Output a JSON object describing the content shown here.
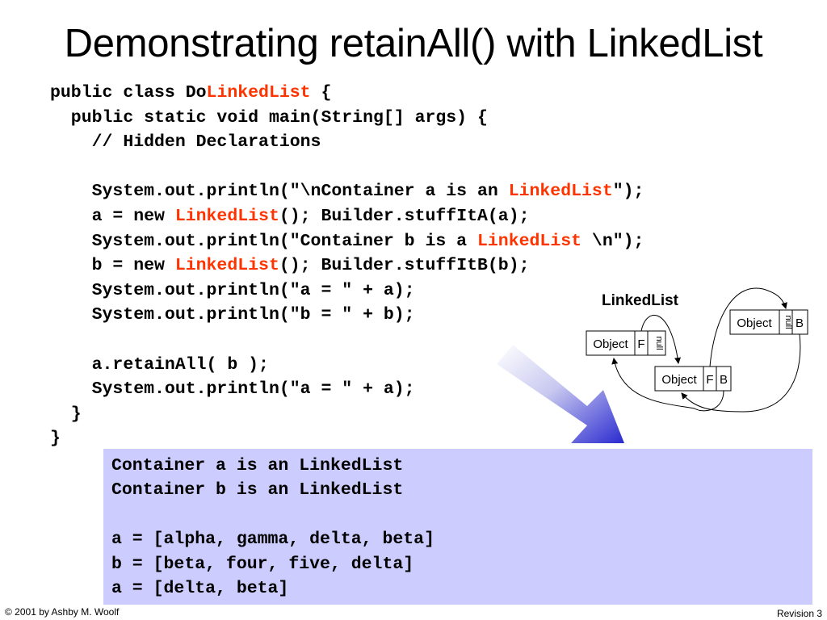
{
  "slide": {
    "title": "Demonstrating retainAll() with LinkedList"
  },
  "code": {
    "line1": {
      "pre": "public class Do",
      "hl": "LinkedList",
      "post": " {"
    },
    "line2": "  public static void main(String[] args) {",
    "line3": "    // Hidden Declarations",
    "line4": "",
    "line5": {
      "pre": "    System.out.println(\"\\nContainer a is an ",
      "hl": "LinkedList",
      "post": "\");"
    },
    "line6": {
      "pre": "    a = new ",
      "hl": "LinkedList",
      "post": "(); Builder.stuffItA(a);"
    },
    "line7": {
      "pre": "    System.out.println(\"Container b is a ",
      "hl": "LinkedList",
      "post": " \\n\");"
    },
    "line8": {
      "pre": "    b = new ",
      "hl": "LinkedList",
      "post": "(); Builder.stuffItB(b);"
    },
    "line9": "    System.out.println(\"a = \" + a);",
    "line10": "    System.out.println(\"b = \" + b);",
    "line11": "",
    "line12": "    a.retainAll( b );",
    "line13": "    System.out.println(\"a = \" + a);",
    "line14": "  }",
    "line15": "}"
  },
  "output": {
    "line1": "Container a is an LinkedList",
    "line2": "Container b is an LinkedList",
    "line3": "",
    "line4": "a = [alpha, gamma, delta, beta]",
    "line5": "b = [beta, four, five, delta]",
    "line6": "a = [delta, beta]"
  },
  "diagram": {
    "title": "LinkedList",
    "node1": {
      "label": "Object",
      "forward": "F",
      "back": "null"
    },
    "node2": {
      "label": "Object",
      "forward": "F",
      "back": "B"
    },
    "node3": {
      "label": "Object",
      "forward": "null",
      "back": "B"
    }
  },
  "footer": {
    "copyright": "© 2001 by Ashby M. Woolf",
    "revision": "Revision 3"
  },
  "colors": {
    "highlight": "#ff3300",
    "output_background": "#ccccff",
    "arrow_blue": "#3333cc"
  }
}
